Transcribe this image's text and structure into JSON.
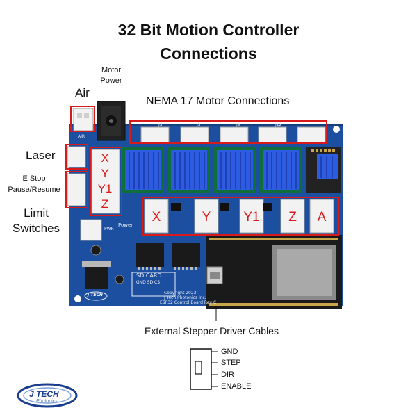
{
  "title": {
    "line1": "32 Bit Motion Controller",
    "line2": "Connections"
  },
  "labels": {
    "motor_power": "Motor\nPower",
    "air": "Air",
    "nema": "NEMA 17 Motor Connections",
    "laser": "Laser",
    "estop": "E Stop\nPause/Resume",
    "limit": "Limit\nSwitches",
    "external": "External Stepper Driver Cables"
  },
  "limit_axes": [
    "X",
    "Y",
    "Y1",
    "Z"
  ],
  "external_axes": [
    "X",
    "Y",
    "Y1",
    "Z",
    "A"
  ],
  "connector_pins": [
    "GND",
    "STEP",
    "DIR",
    "ENABLE"
  ],
  "board_silkscreen": {
    "sd_card": "SD CARD",
    "sd_pins": "GND SD CS",
    "copyright": "Copyright 2023",
    "maker": "J Tech Photonics Inc.",
    "board_name": "ESP32 Control Board Rev C",
    "air": "AIR",
    "power": "Power",
    "pwr": "PWR",
    "logo_small": "J TECH",
    "j3": "J3",
    "j5": "J5",
    "j9": "J9",
    "j12": "J12"
  },
  "logo": {
    "name": "J TECH",
    "sub": "Photonics"
  },
  "colors": {
    "board": "#1d4fa0",
    "heatsink": "#2d5ce0",
    "highlight": "#d91a1a",
    "connector": "#f2f2f2",
    "esp32": "#1a1a1a"
  },
  "icons": [
    "dc-power-jack-icon",
    "heatsink-icon",
    "esp32-module-icon",
    "usb-port-icon",
    "logo-swoosh-icon"
  ]
}
